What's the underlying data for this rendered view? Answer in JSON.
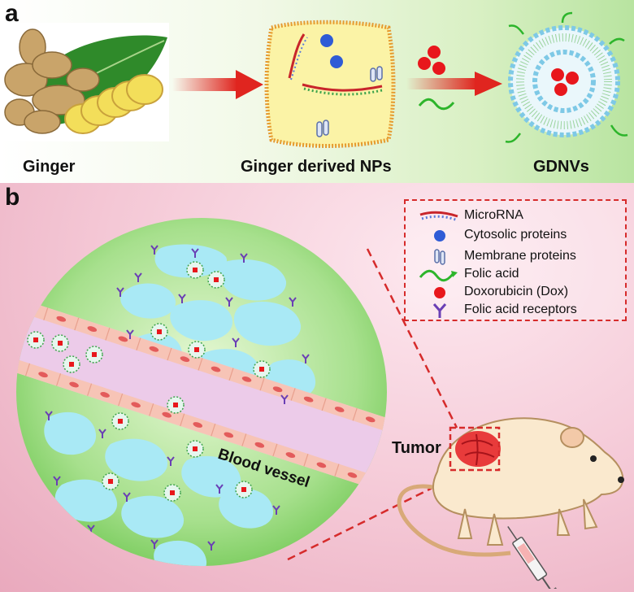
{
  "panels": {
    "a": "a",
    "b": "b"
  },
  "labels": {
    "ginger": "Ginger",
    "ginger_nps": "Ginger derived NPs",
    "gdnvs": "GDNVs",
    "blood_vessel": "Blood vessel",
    "tumor": "Tumor"
  },
  "legend": {
    "items": [
      {
        "icon": "microrna-icon",
        "label": "MicroRNA"
      },
      {
        "icon": "cytosolic-protein-icon",
        "label": "Cytosolic proteins"
      },
      {
        "icon": "membrane-protein-icon",
        "label": "Membrane proteins"
      },
      {
        "icon": "folic-acid-icon",
        "label": "Folic acid"
      },
      {
        "icon": "doxorubicin-icon",
        "label": "Doxorubicin (Dox)"
      },
      {
        "icon": "folic-acid-receptor-icon",
        "label": "Folic acid receptors"
      }
    ]
  },
  "colors": {
    "arrow_red": "#e0251f",
    "dox_red": "#e8171c",
    "protein_blue": "#2f5bd6",
    "folic_green": "#2db52b",
    "receptor_purple": "#6a3fb5",
    "cell_cyan": "#a9e9f5",
    "vessel_lilac": "#e6c9ea",
    "tissue_green": "#92d879"
  }
}
